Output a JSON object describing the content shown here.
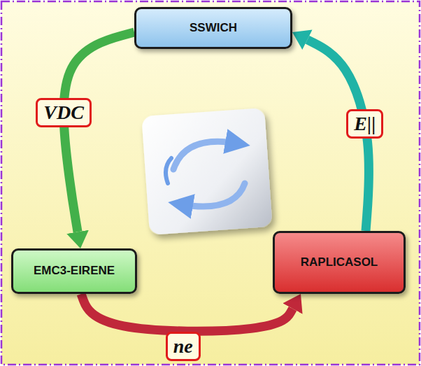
{
  "diagram": {
    "nodes": [
      {
        "text": [
          "SSWICH"
        ]
      },
      {
        "text": [
          "EMC3-EIRENE"
        ]
      },
      {
        "text": [
          "RAPLICASOL"
        ]
      }
    ],
    "edges": [
      {
        "from": 0,
        "to": 1,
        "arrow": "to",
        "label": "VDC"
      },
      {
        "from": 1,
        "to": 2,
        "arrow": "to",
        "label": "ne"
      },
      {
        "from": 2,
        "to": 0,
        "arrow": "to",
        "label": "E||"
      }
    ]
  }
}
